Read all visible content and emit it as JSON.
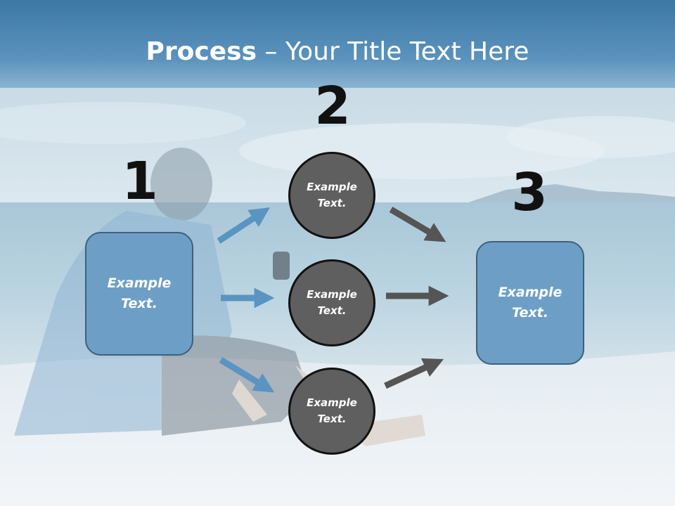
{
  "title": {
    "bold": "Process",
    "rest": " – Your Title Text Here"
  },
  "numbers": [
    "1",
    "2",
    "3"
  ],
  "left_box": {
    "line1": "Example",
    "line2": "Text."
  },
  "circles": [
    {
      "line1": "Example",
      "line2": "Text."
    },
    {
      "line1": "Example",
      "line2": "Text."
    },
    {
      "line1": "Example",
      "line2": "Text."
    }
  ],
  "right_box": {
    "line1": "Example",
    "line2": "Text."
  },
  "colors": {
    "sky_top": "#3f7aa8",
    "box_fill": "#6d9fc6",
    "box_border": "#3f5f7c",
    "circle_fill": "#5f5f5f",
    "blue_arrow": "#5a94c2",
    "gray_arrow": "#555555"
  }
}
